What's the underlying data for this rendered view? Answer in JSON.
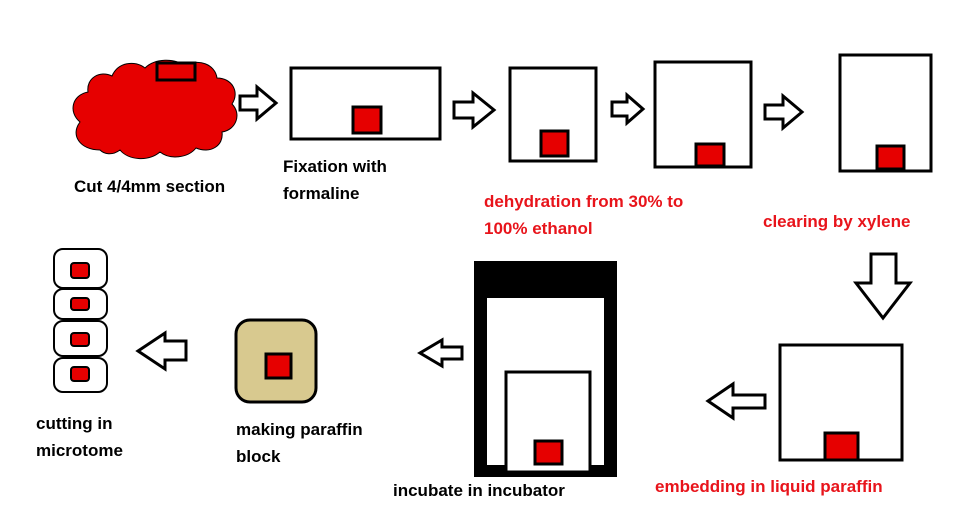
{
  "colors": {
    "tissue_red": "#e60000",
    "text_black": "#000000",
    "text_red": "#e8141b",
    "paraffin_block": "#d8c98f",
    "outline": "#000000",
    "background": "#ffffff"
  },
  "steps": {
    "cut": "Cut 4/4mm section",
    "fixation": [
      "Fixation with",
      "formaline"
    ],
    "dehydration": [
      "dehydration from 30% to",
      "100% ethanol"
    ],
    "clearing": "clearing by xylene",
    "embedding": "embedding in liquid paraffin",
    "incubate": "incubate in incubator",
    "block": [
      "making paraffin",
      "block"
    ],
    "cutting": [
      "cutting in",
      "microtome"
    ]
  },
  "icons": [
    "tissue-blob-icon",
    "arrow-right-icon",
    "arrow-down-icon",
    "arrow-left-icon",
    "container-icon",
    "incubator-icon",
    "paraffin-block-icon",
    "microtome-sections-icon"
  ]
}
